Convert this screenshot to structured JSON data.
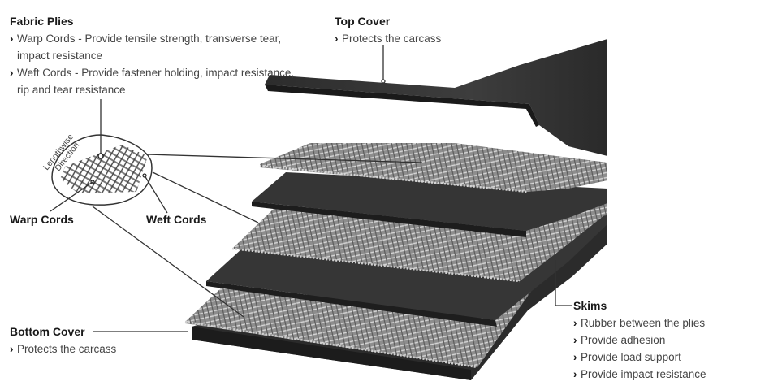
{
  "fabric_plies": {
    "title": "Fabric Plies",
    "items": [
      "Warp Cords - Provide tensile strength, transverse tear, impact resistance",
      "Weft Cords - Provide fastener holding, impact resistance, rip and tear resistance"
    ]
  },
  "top_cover": {
    "title": "Top Cover",
    "items": [
      "Protects the carcass"
    ]
  },
  "bottom_cover": {
    "title": "Bottom Cover",
    "items": [
      "Protects the carcass"
    ]
  },
  "skims": {
    "title": "Skims",
    "items": [
      "Rubber between the plies",
      "Provide adhesion",
      "Provide load support",
      "Provide impact resistance"
    ]
  },
  "detail": {
    "direction_label_line1": "Lengthwise",
    "direction_label_line2": "Direction",
    "warp_label": "Warp Cords",
    "weft_label": "Weft Cords"
  },
  "bullet_glyph": "›",
  "colors": {
    "rubber": "#3a3a3a",
    "rubber_dark": "#222222",
    "fabric": "#8f8f8f",
    "fabric_light": "#c9c9c9",
    "text": "#333333"
  }
}
